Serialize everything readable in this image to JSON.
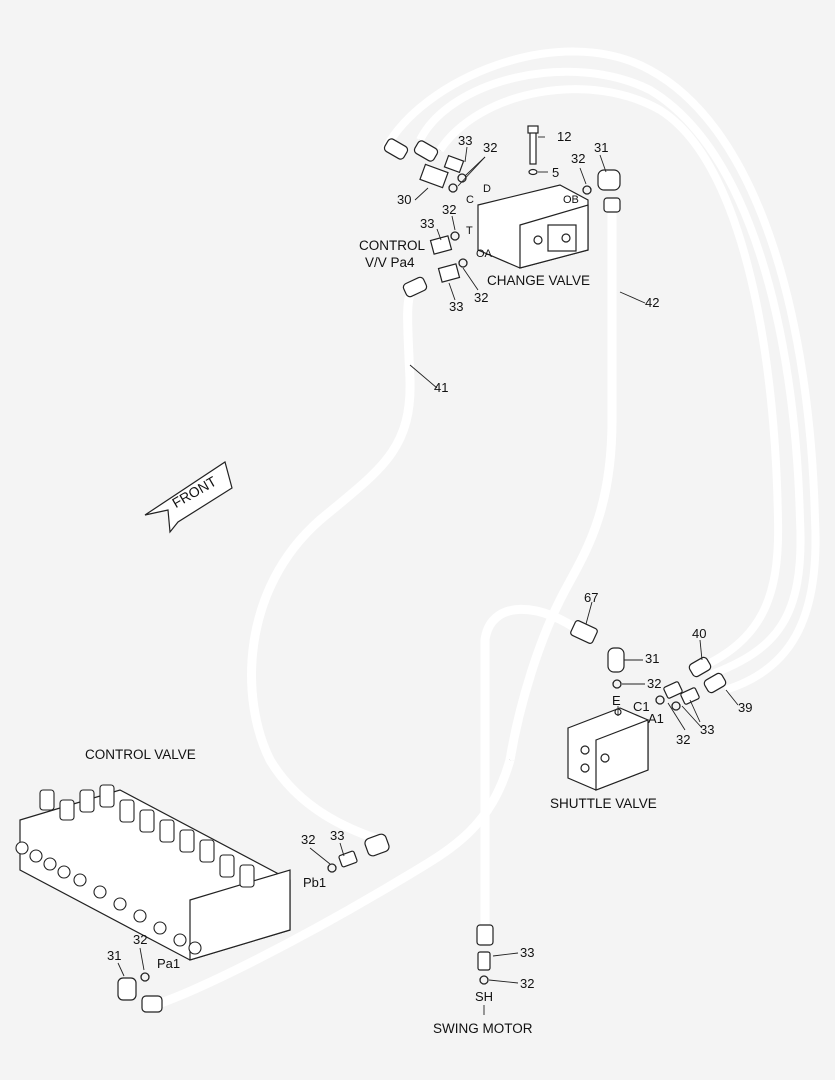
{
  "components": {
    "control_valve_title": "CONTROL VALVE",
    "change_valve_title": "CHANGE VALVE",
    "shuttle_valve_title": "SHUTTLE VALVE",
    "swing_motor_title": "SWING MOTOR",
    "control_vv_line1": "CONTROL",
    "control_vv_line2": "V/V  Pa4",
    "front_arrow": "FRONT"
  },
  "ports": {
    "C": "C",
    "D": "D",
    "T": "T",
    "OA": "OA",
    "OB": "OB",
    "E": "E",
    "C1": "C1",
    "A1": "A1",
    "Pa1": "Pa1",
    "Pb1": "Pb1",
    "SH": "SH"
  },
  "callouts": {
    "c12": "12",
    "c5": "5",
    "c31_top": "31",
    "c32_top_right": "32",
    "c33_top": "33",
    "c32_top": "32",
    "c30": "30",
    "c33_mid": "33",
    "c32_mid": "32",
    "c33_low": "33",
    "c32_low": "32",
    "c42": "42",
    "c41": "41",
    "c67": "67",
    "c31_shuttle": "31",
    "c32_shuttle": "32",
    "c40": "40",
    "c39": "39",
    "c32_a1": "32",
    "c33_a1": "33",
    "c32_pb1": "32",
    "c33_pb1": "33",
    "c31_pa1": "31",
    "c32_pa1": "32",
    "c33_sh": "33",
    "c32_sh": "32"
  },
  "colors": {
    "line": "#222222",
    "background": "#f4f4f4"
  }
}
